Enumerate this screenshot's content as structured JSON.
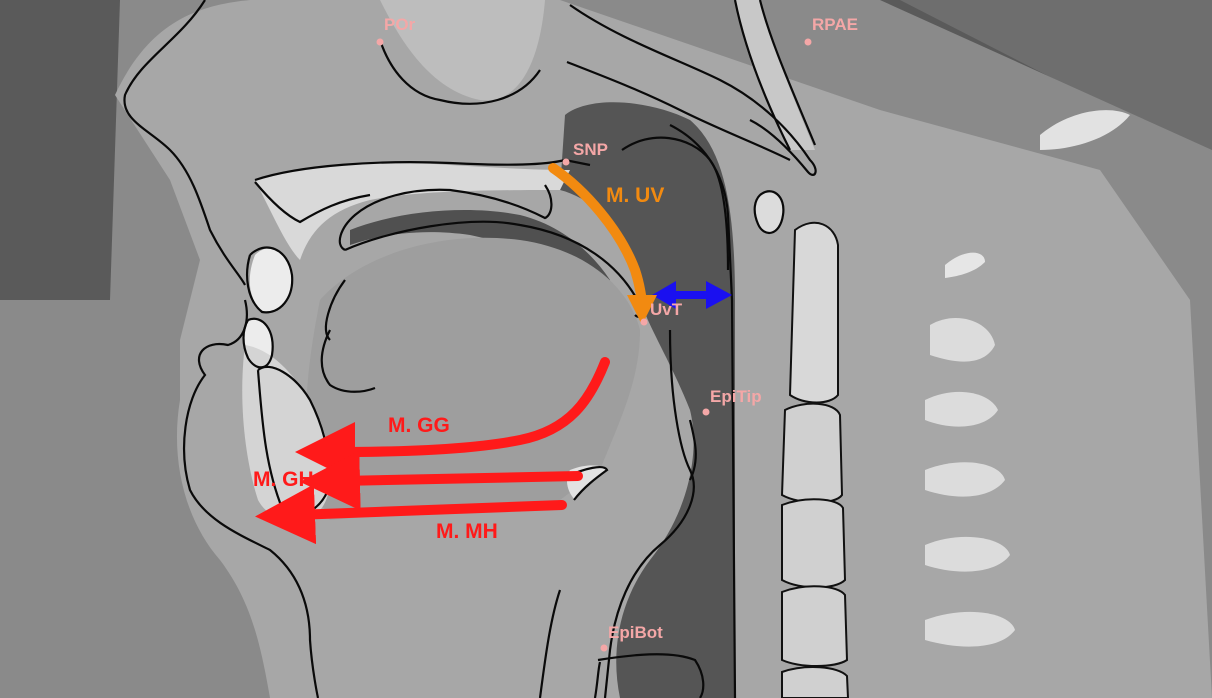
{
  "landmarks": {
    "por": "POr",
    "rpae": "RPAE",
    "snp": "SNP",
    "uvt": "UvT",
    "epitip": "EpiTip",
    "epibot": "EpiBot"
  },
  "muscles": {
    "uv": "M. UV",
    "gg": "M. GG",
    "gh": "M. GH",
    "mh": "M. MH"
  },
  "colors": {
    "muscle_red": "#ff1a1a",
    "uv_orange": "#f28a10",
    "airway_arrow_blue": "#1a10f0",
    "landmark_pink": "#f4a7a7"
  }
}
